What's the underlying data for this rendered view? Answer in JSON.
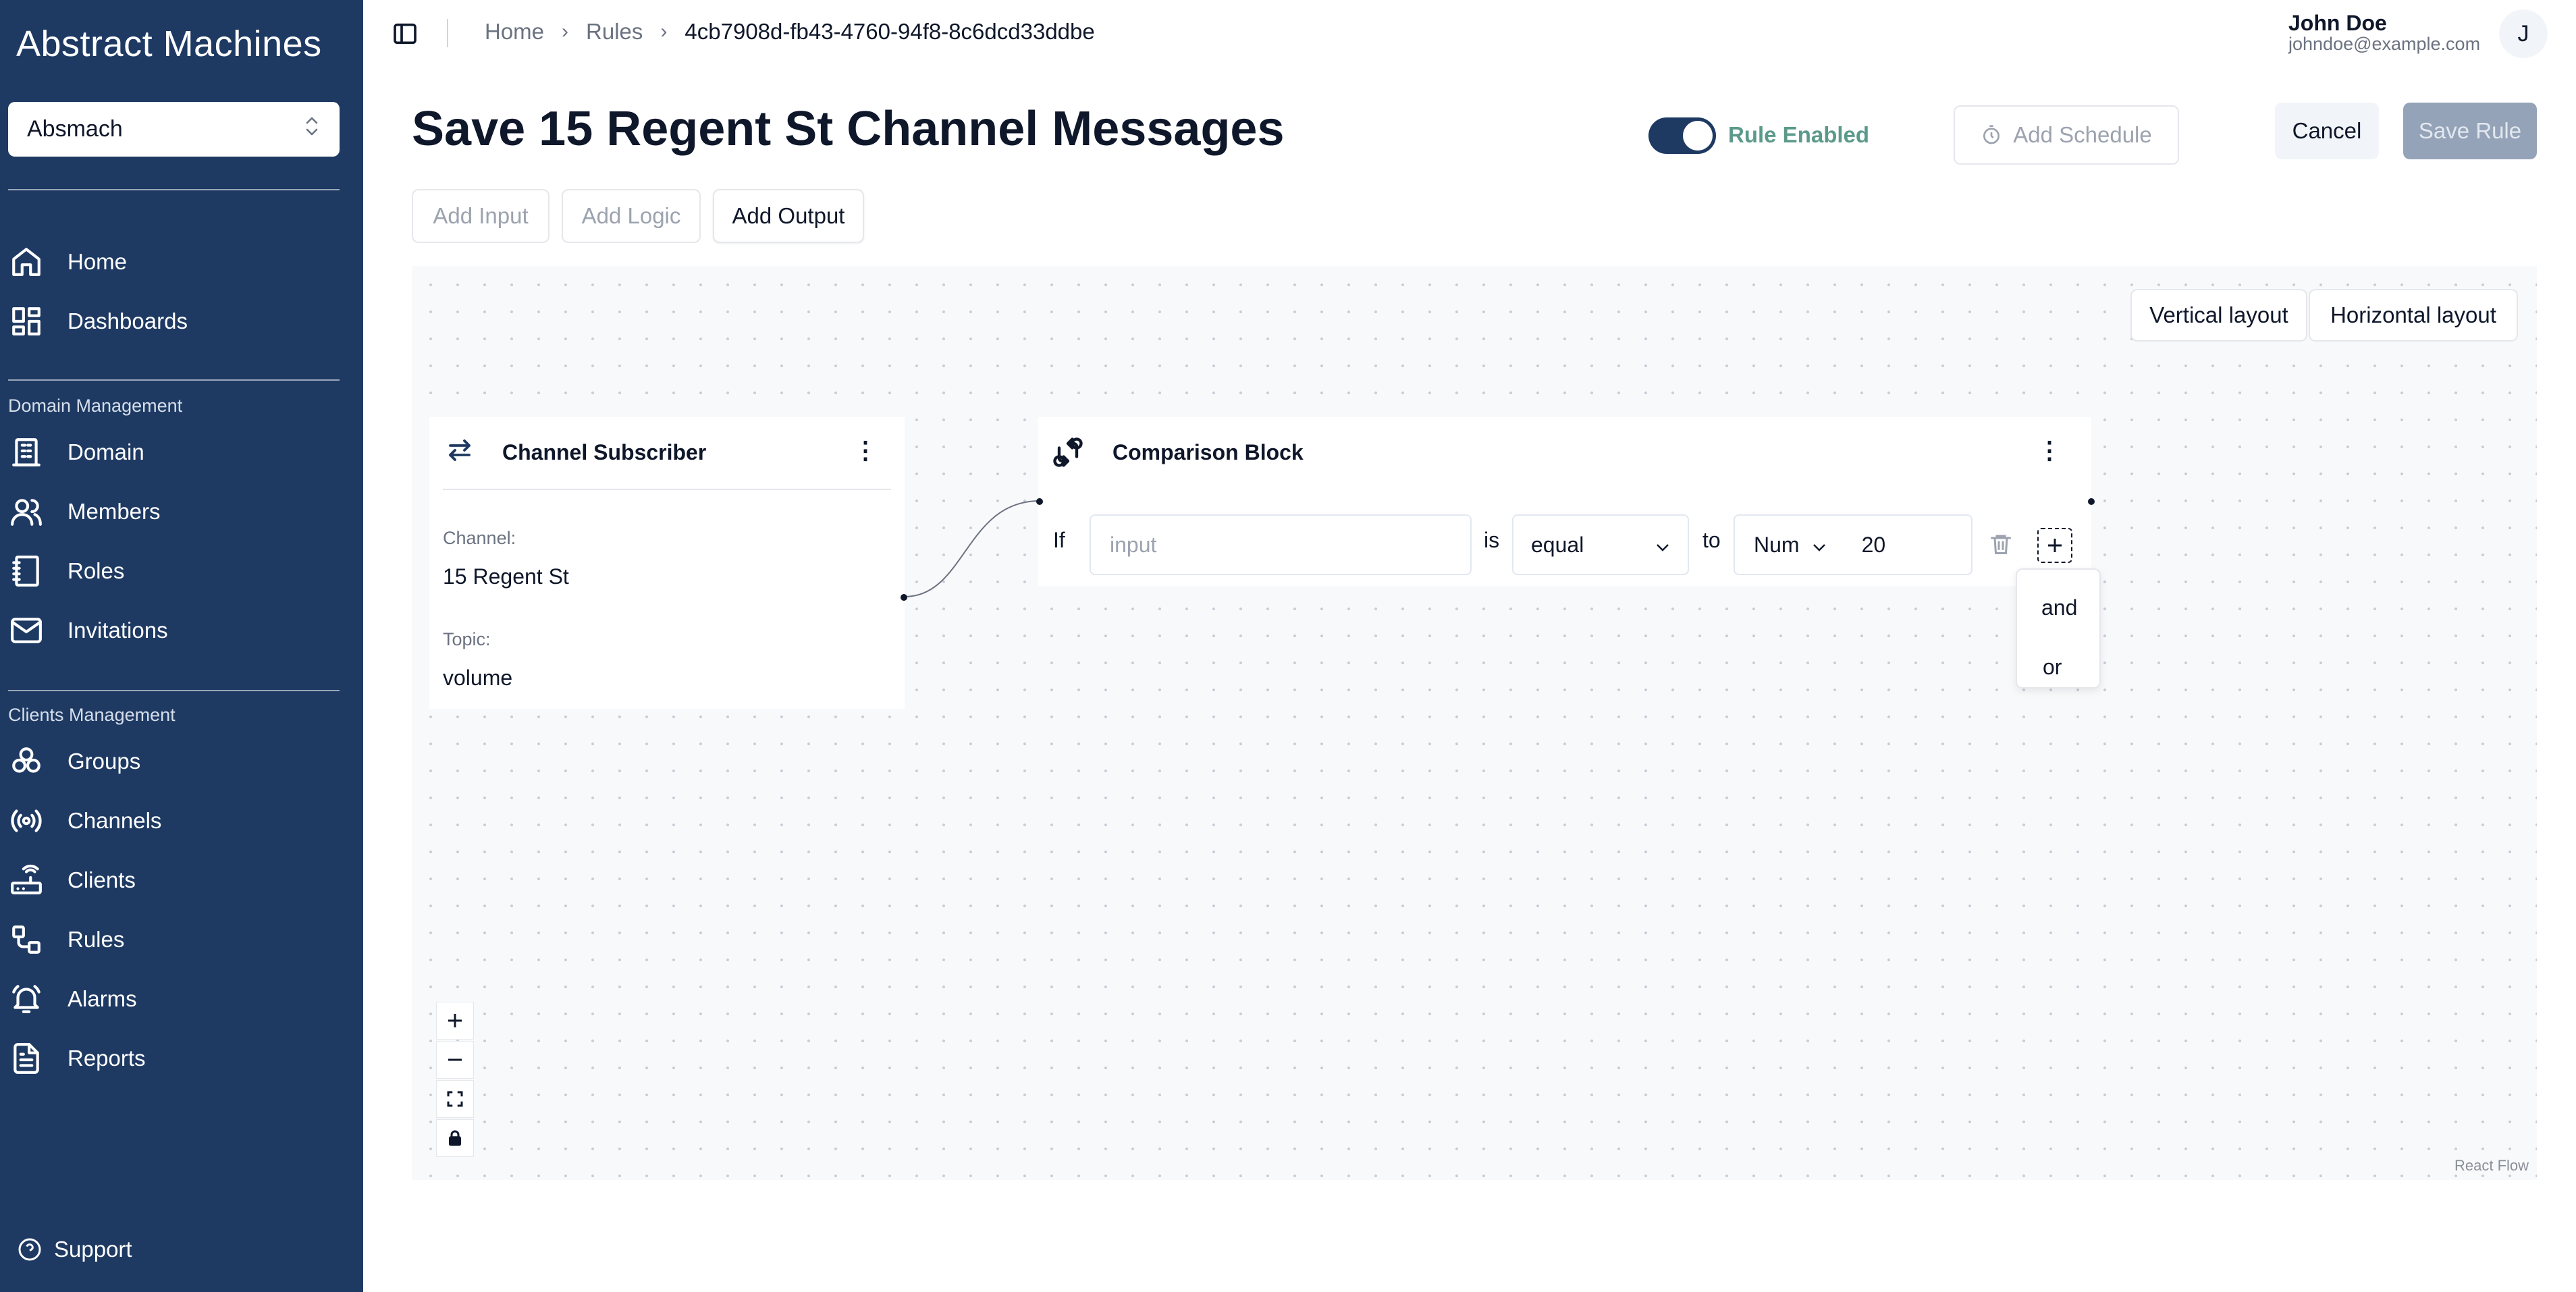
{
  "brand": {
    "name": "Abstract Machines"
  },
  "workspace": {
    "selected": "Absmach"
  },
  "sidebar": {
    "main": [
      {
        "label": "Home",
        "icon": "home-icon"
      },
      {
        "label": "Dashboards",
        "icon": "dashboard-icon"
      }
    ],
    "domain_section": "Domain Management",
    "domain": [
      {
        "label": "Domain",
        "icon": "building-icon"
      },
      {
        "label": "Members",
        "icon": "users-icon"
      },
      {
        "label": "Roles",
        "icon": "book-icon"
      },
      {
        "label": "Invitations",
        "icon": "mail-icon"
      }
    ],
    "clients_section": "Clients Management",
    "clients": [
      {
        "label": "Groups",
        "icon": "groups-icon"
      },
      {
        "label": "Channels",
        "icon": "radio-icon"
      },
      {
        "label": "Clients",
        "icon": "router-icon"
      },
      {
        "label": "Rules",
        "icon": "workflow-icon"
      },
      {
        "label": "Alarms",
        "icon": "bell-icon"
      },
      {
        "label": "Reports",
        "icon": "file-icon"
      }
    ],
    "support": "Support"
  },
  "breadcrumb": [
    "Home",
    "Rules",
    "4cb7908d-fb43-4760-94f8-8c6dcd33ddbe"
  ],
  "user": {
    "name": "John Doe",
    "email": "johndoe@example.com",
    "initial": "J"
  },
  "page": {
    "title": "Save 15 Regent St Channel Messages",
    "rule_enabled_label": "Rule Enabled",
    "rule_enabled": true,
    "add_schedule": "Add Schedule",
    "cancel": "Cancel",
    "save_rule": "Save Rule"
  },
  "add_buttons": {
    "input": "Add Input",
    "logic": "Add Logic",
    "output": "Add Output"
  },
  "canvas": {
    "vertical_layout": "Vertical layout",
    "horizontal_layout": "Horizontal layout",
    "attribution": "React Flow"
  },
  "subscriber_node": {
    "title": "Channel Subscriber",
    "channel_label": "Channel:",
    "channel_value": "15 Regent St",
    "topic_label": "Topic:",
    "topic_value": "volume"
  },
  "comparison_node": {
    "title": "Comparison Block",
    "if_label": "If",
    "input_placeholder": "input",
    "is_label": "is",
    "operator": "equal",
    "to_label": "to",
    "type": "Num",
    "value": "20"
  },
  "logic_menu": [
    "and",
    "or"
  ]
}
